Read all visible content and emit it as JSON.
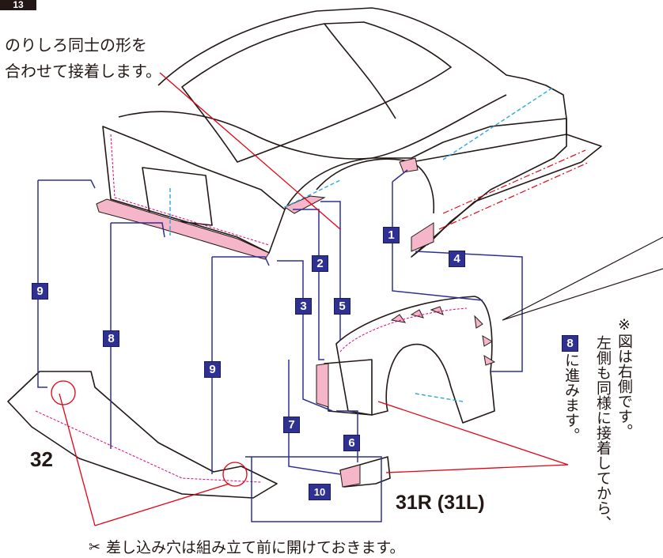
{
  "step_number": "13",
  "instructions": {
    "glue_line1": "のりしろ同士の形を",
    "glue_line2": "合わせて接着します。",
    "cut_note": "差し込み穴は組み立て前に開けておきます。",
    "side_note_line1": "※図は右側です。",
    "side_note_line2": "左側も同様に接着してから、",
    "side_note_line3": "に進みます。",
    "side_note_badge": "8"
  },
  "parts": {
    "rear_part": "32",
    "arch_part": "31R (31L)"
  },
  "steps": [
    "1",
    "2",
    "3",
    "4",
    "5",
    "6",
    "7",
    "8",
    "9",
    "9",
    "10"
  ],
  "colors": {
    "guide_line": "#2e3192",
    "callout_line": "#e60012",
    "glue_fill": "#f4b6c8",
    "dashed_blue": "#29a8e0",
    "badge_fill": "#2e3192",
    "outline": "#231815"
  },
  "icons": {
    "scissors": "scissors-icon"
  }
}
